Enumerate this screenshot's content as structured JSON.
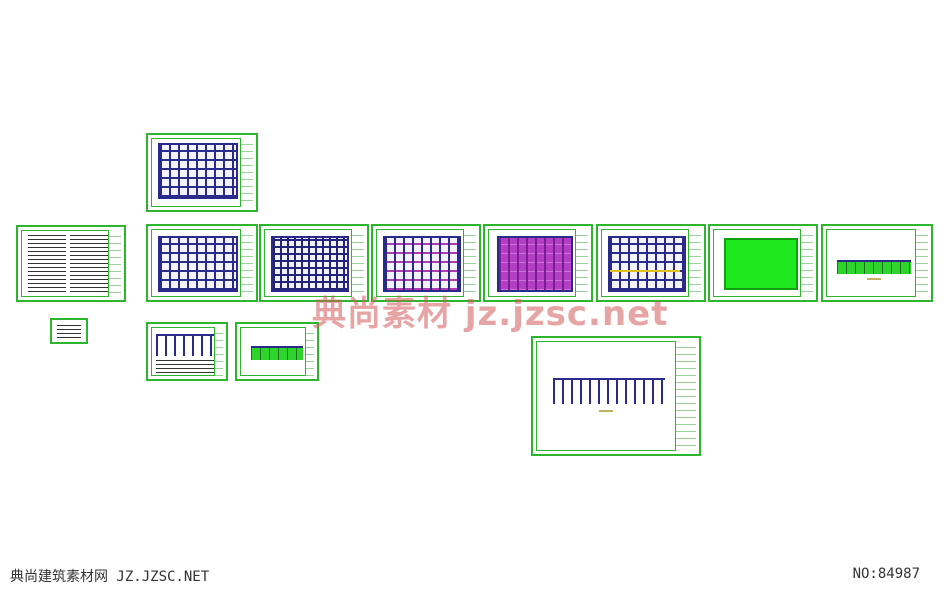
{
  "watermark": {
    "text": "典尚素材  jz.jzsc.net"
  },
  "footer": {
    "site_label": "典尚建筑素材网 JZ.JZSC.NET",
    "number_label": "NO:84987"
  },
  "colors": {
    "sheet_border": "#2db52d",
    "plan_lines": "#2a2a8a",
    "highlight_magenta": "#b23fc4",
    "highlight_green": "#1ee81e",
    "watermark": "#d25a5a"
  }
}
